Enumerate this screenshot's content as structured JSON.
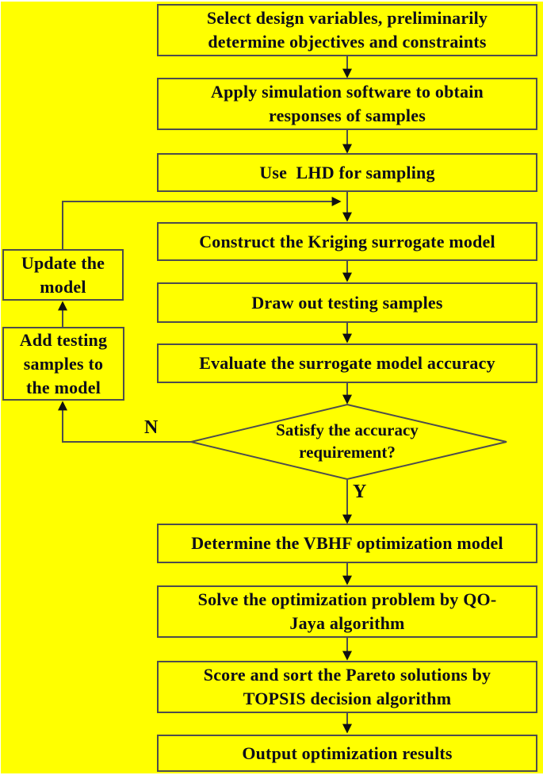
{
  "figure": {
    "type": "flowchart",
    "background_color": "#ffff00",
    "box_border_color": "#4d4d4d",
    "line_color": "#4d4d4d",
    "arrowhead_color": "#101010",
    "text_color": "#0d0d1a"
  },
  "nodes": {
    "select_design": [
      "Select design variables, preliminarily",
      "determine objectives and constraints"
    ],
    "apply_simulation": [
      "Apply simulation software to obtain",
      "responses of samples"
    ],
    "use_lhd": "Use  LHD for sampling",
    "construct_kriging": "Construct the Kriging surrogate model",
    "draw_testing": "Draw out testing samples",
    "evaluate_accuracy": "Evaluate the surrogate model accuracy",
    "satisfy_accuracy": [
      "Satisfy the accuracy",
      "requirement?"
    ],
    "determine_vbhf": "Determine the VBHF optimization model",
    "solve_qo_jaya": [
      "Solve the optimization problem by QO-",
      "Jaya algorithm"
    ],
    "score_topsis": [
      "Score and sort the Pareto solutions by",
      "TOPSIS decision algorithm"
    ],
    "output_results": "Output optimization results",
    "update_model": [
      "Update the",
      "model"
    ],
    "add_testing": [
      "Add testing",
      "samples to",
      "the model"
    ]
  },
  "edge_labels": {
    "no": "N",
    "yes": "Y"
  }
}
